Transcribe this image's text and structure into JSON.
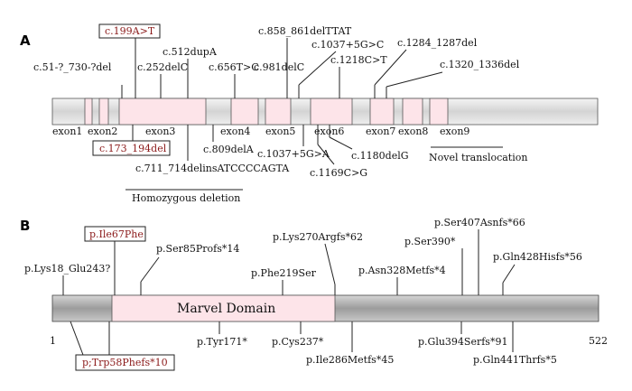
{
  "panel_a": {
    "letter": "A",
    "exons": [
      {
        "label": "exon1"
      },
      {
        "label": "exon2"
      },
      {
        "label": "exon3"
      },
      {
        "label": "exon4"
      },
      {
        "label": "exon5"
      },
      {
        "label": "exon6"
      },
      {
        "label": "exon7"
      },
      {
        "label": "exon8"
      },
      {
        "label": "exon9"
      }
    ],
    "mutations_above": [
      {
        "text": "c.199A>T",
        "boxed": true
      },
      {
        "text": "c.51-?_730-?del"
      },
      {
        "text": "c.252delC"
      },
      {
        "text": "c.512dupA"
      },
      {
        "text": "c.656T>C"
      },
      {
        "text": "c.858_861delTTAT"
      },
      {
        "text": "c.981delC"
      },
      {
        "text": "c.1037+5G>C"
      },
      {
        "text": "c.1218C>T"
      },
      {
        "text": "c.1284_1287del"
      },
      {
        "text": "c.1320_1336del"
      }
    ],
    "mutations_below": [
      {
        "text": "c.173_194del",
        "boxed": true
      },
      {
        "text": "c.711_714delinsATCCCCAGTA"
      },
      {
        "text": "c.809delA"
      },
      {
        "text": "c.1037+5G>A"
      },
      {
        "text": "c.1169C>G"
      },
      {
        "text": "c.1180delG"
      }
    ],
    "homozygous_deletion": "Homozygous deletion",
    "novel_translocation": "Novel translocation"
  },
  "panel_b": {
    "letter": "B",
    "domain_label": "Marvel Domain",
    "start": "1",
    "end": "522",
    "mutations_above": [
      {
        "text": "p.Ile67Phe",
        "boxed": true
      },
      {
        "text": "p.Lys18_Glu243?"
      },
      {
        "text": "p.Ser85Profs*14"
      },
      {
        "text": "p.Phe219Ser"
      },
      {
        "text": "p.Lys270Argfs*62"
      },
      {
        "text": "p.Asn328Metfs*4"
      },
      {
        "text": "p.Ser390*"
      },
      {
        "text": "p.Ser407Asnfs*66"
      },
      {
        "text": "p.Gln428Hisfs*56"
      }
    ],
    "mutations_below": [
      {
        "text": "p;Trp58Phefs*10",
        "boxed": true
      },
      {
        "text": "p.Tyr171*"
      },
      {
        "text": "p.Cys237*"
      },
      {
        "text": "p.Ile286Metfs*45"
      },
      {
        "text": "p.Glu394Serfs*91"
      },
      {
        "text": "p.Gln441Thrfs*5"
      }
    ],
    "colors": {
      "marvel_fill": "#fde4e9",
      "bar_grey": "#a8a8a8"
    }
  }
}
